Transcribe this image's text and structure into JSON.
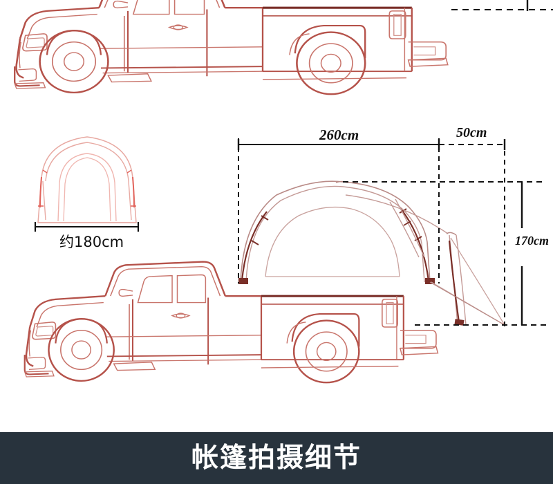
{
  "page": {
    "background": "#ffffff",
    "line_color": "#b5524a",
    "tent_color": "#b98b87",
    "pole_color": "#7a2f28",
    "dimension_color": "#111111"
  },
  "dimensions": {
    "tent_length": "260cm",
    "awning_overhang": "50cm",
    "tent_height": "170cm",
    "tent_width": "约180cm"
  },
  "banner": {
    "title": "帐篷拍摄细节",
    "background": "#28333d",
    "text_color": "#ffffff"
  },
  "figures": {
    "top_truck": "pickup-truck-side-view-cropped",
    "front_tent": "tent-front-view-outline",
    "main_scene": "pickup-truck-with-bed-tent-side-view"
  }
}
